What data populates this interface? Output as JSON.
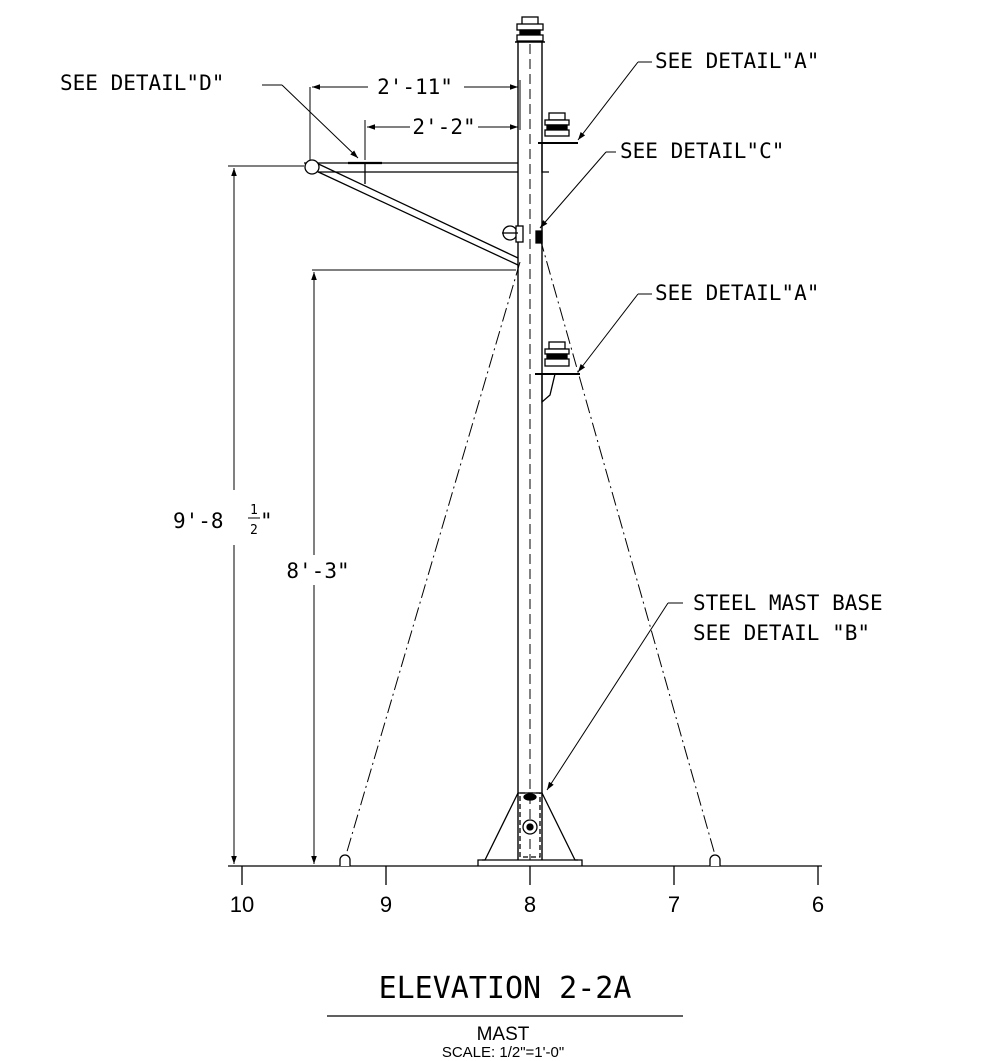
{
  "callouts": {
    "detail_d": "SEE DETAIL\"D\"",
    "detail_a_top": "SEE DETAIL\"A\"",
    "detail_c": "SEE DETAIL\"C\"",
    "detail_a_mid": "SEE DETAIL\"A\"",
    "base_line1": "STEEL MAST BASE",
    "base_line2": "SEE DETAIL \"B\""
  },
  "dimensions": {
    "arm_outer": "2'-11\"",
    "arm_inner": "2'-2\"",
    "height_total_prefix": "9'-8",
    "height_total_frac_num": "1",
    "height_total_frac_den": "2",
    "height_total_suffix": "\"",
    "height_brace": "8'-3\""
  },
  "ground_labels": [
    "10",
    "9",
    "8",
    "7",
    "6"
  ],
  "title": {
    "main": "ELEVATION 2-2A",
    "sub": "MAST",
    "scale": "SCALE: 1/2\"=1'-0\""
  },
  "colors": {
    "line": "#000000",
    "background": "#ffffff"
  }
}
